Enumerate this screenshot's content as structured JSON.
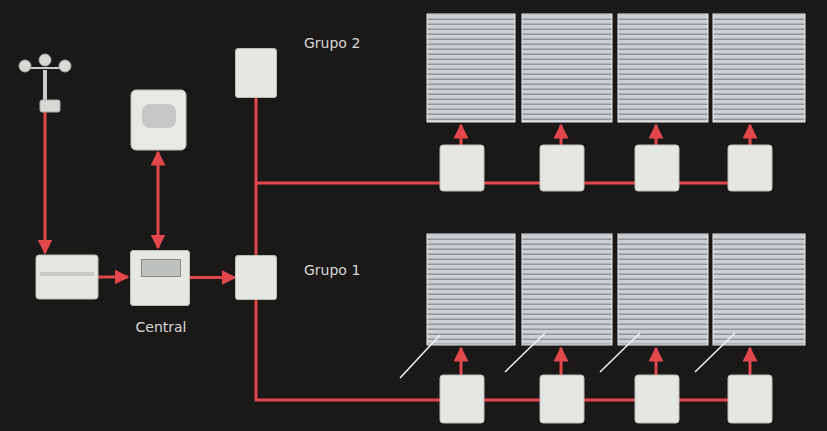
{
  "diagram": {
    "nodes": [
      {
        "text": [
          "Grupo 2"
        ]
      },
      {
        "text": [
          "Central"
        ]
      },
      {
        "text": [
          "Grupo 1"
        ]
      }
    ],
    "edges": [
      {
        "from": 1,
        "to": 2,
        "arrow": "to"
      },
      {
        "from": 0,
        "to": 2,
        "arrow": "none"
      }
    ]
  }
}
